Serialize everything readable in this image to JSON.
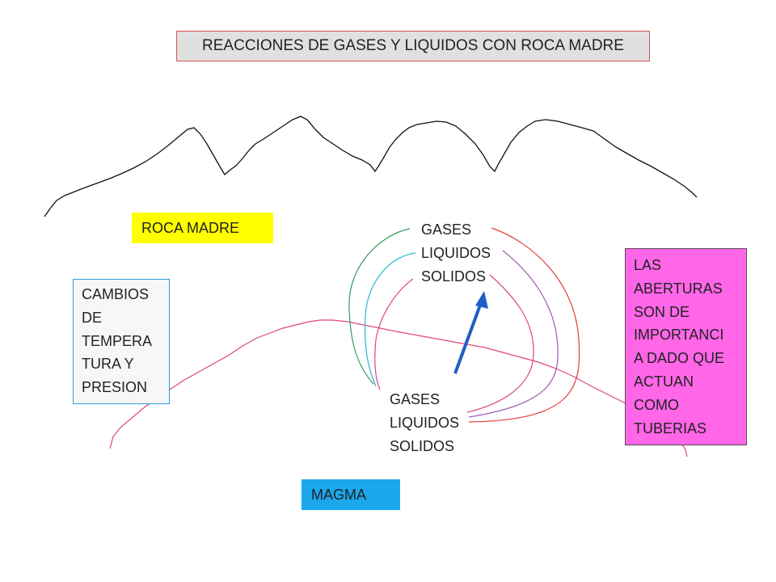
{
  "title": "REACCIONES DE GASES Y LIQUIDOS CON ROCA MADRE",
  "labels": {
    "roca_madre": "ROCA MADRE",
    "magma": "MAGMA"
  },
  "cambios": [
    "CAMBIOS",
    "DE",
    "TEMPERA",
    "TURA Y",
    "PRESION"
  ],
  "aberturas": [
    "LAS",
    "ABERTURAS",
    "SON DE",
    "IMPORTANCI",
    "A DADO QUE",
    "ACTUAN",
    "COMO",
    "TUBERIAS"
  ],
  "phases_top": [
    "GASES",
    "LIQUIDOS",
    "SOLIDOS"
  ],
  "phases_bottom": [
    "GASES",
    "LIQUIDOS",
    "SOLIDOS"
  ],
  "colors": {
    "title_bg": "#e0e0e0",
    "title_border": "#d9534f",
    "roca_bg": "#ffff00",
    "magma_bg": "#1aa7ec",
    "aberturas_bg": "#ff66e8",
    "cambios_border": "#2aa0d6",
    "mountain": "#111111",
    "magma_curve": "#e0457b",
    "arrow": "#1f5fc4",
    "curve_green": "#2e9e5b",
    "curve_cyan": "#27b6d6",
    "curve_pink": "#e0457b",
    "curve_red": "#e23b3b",
    "curve_purple": "#9b59b6"
  }
}
